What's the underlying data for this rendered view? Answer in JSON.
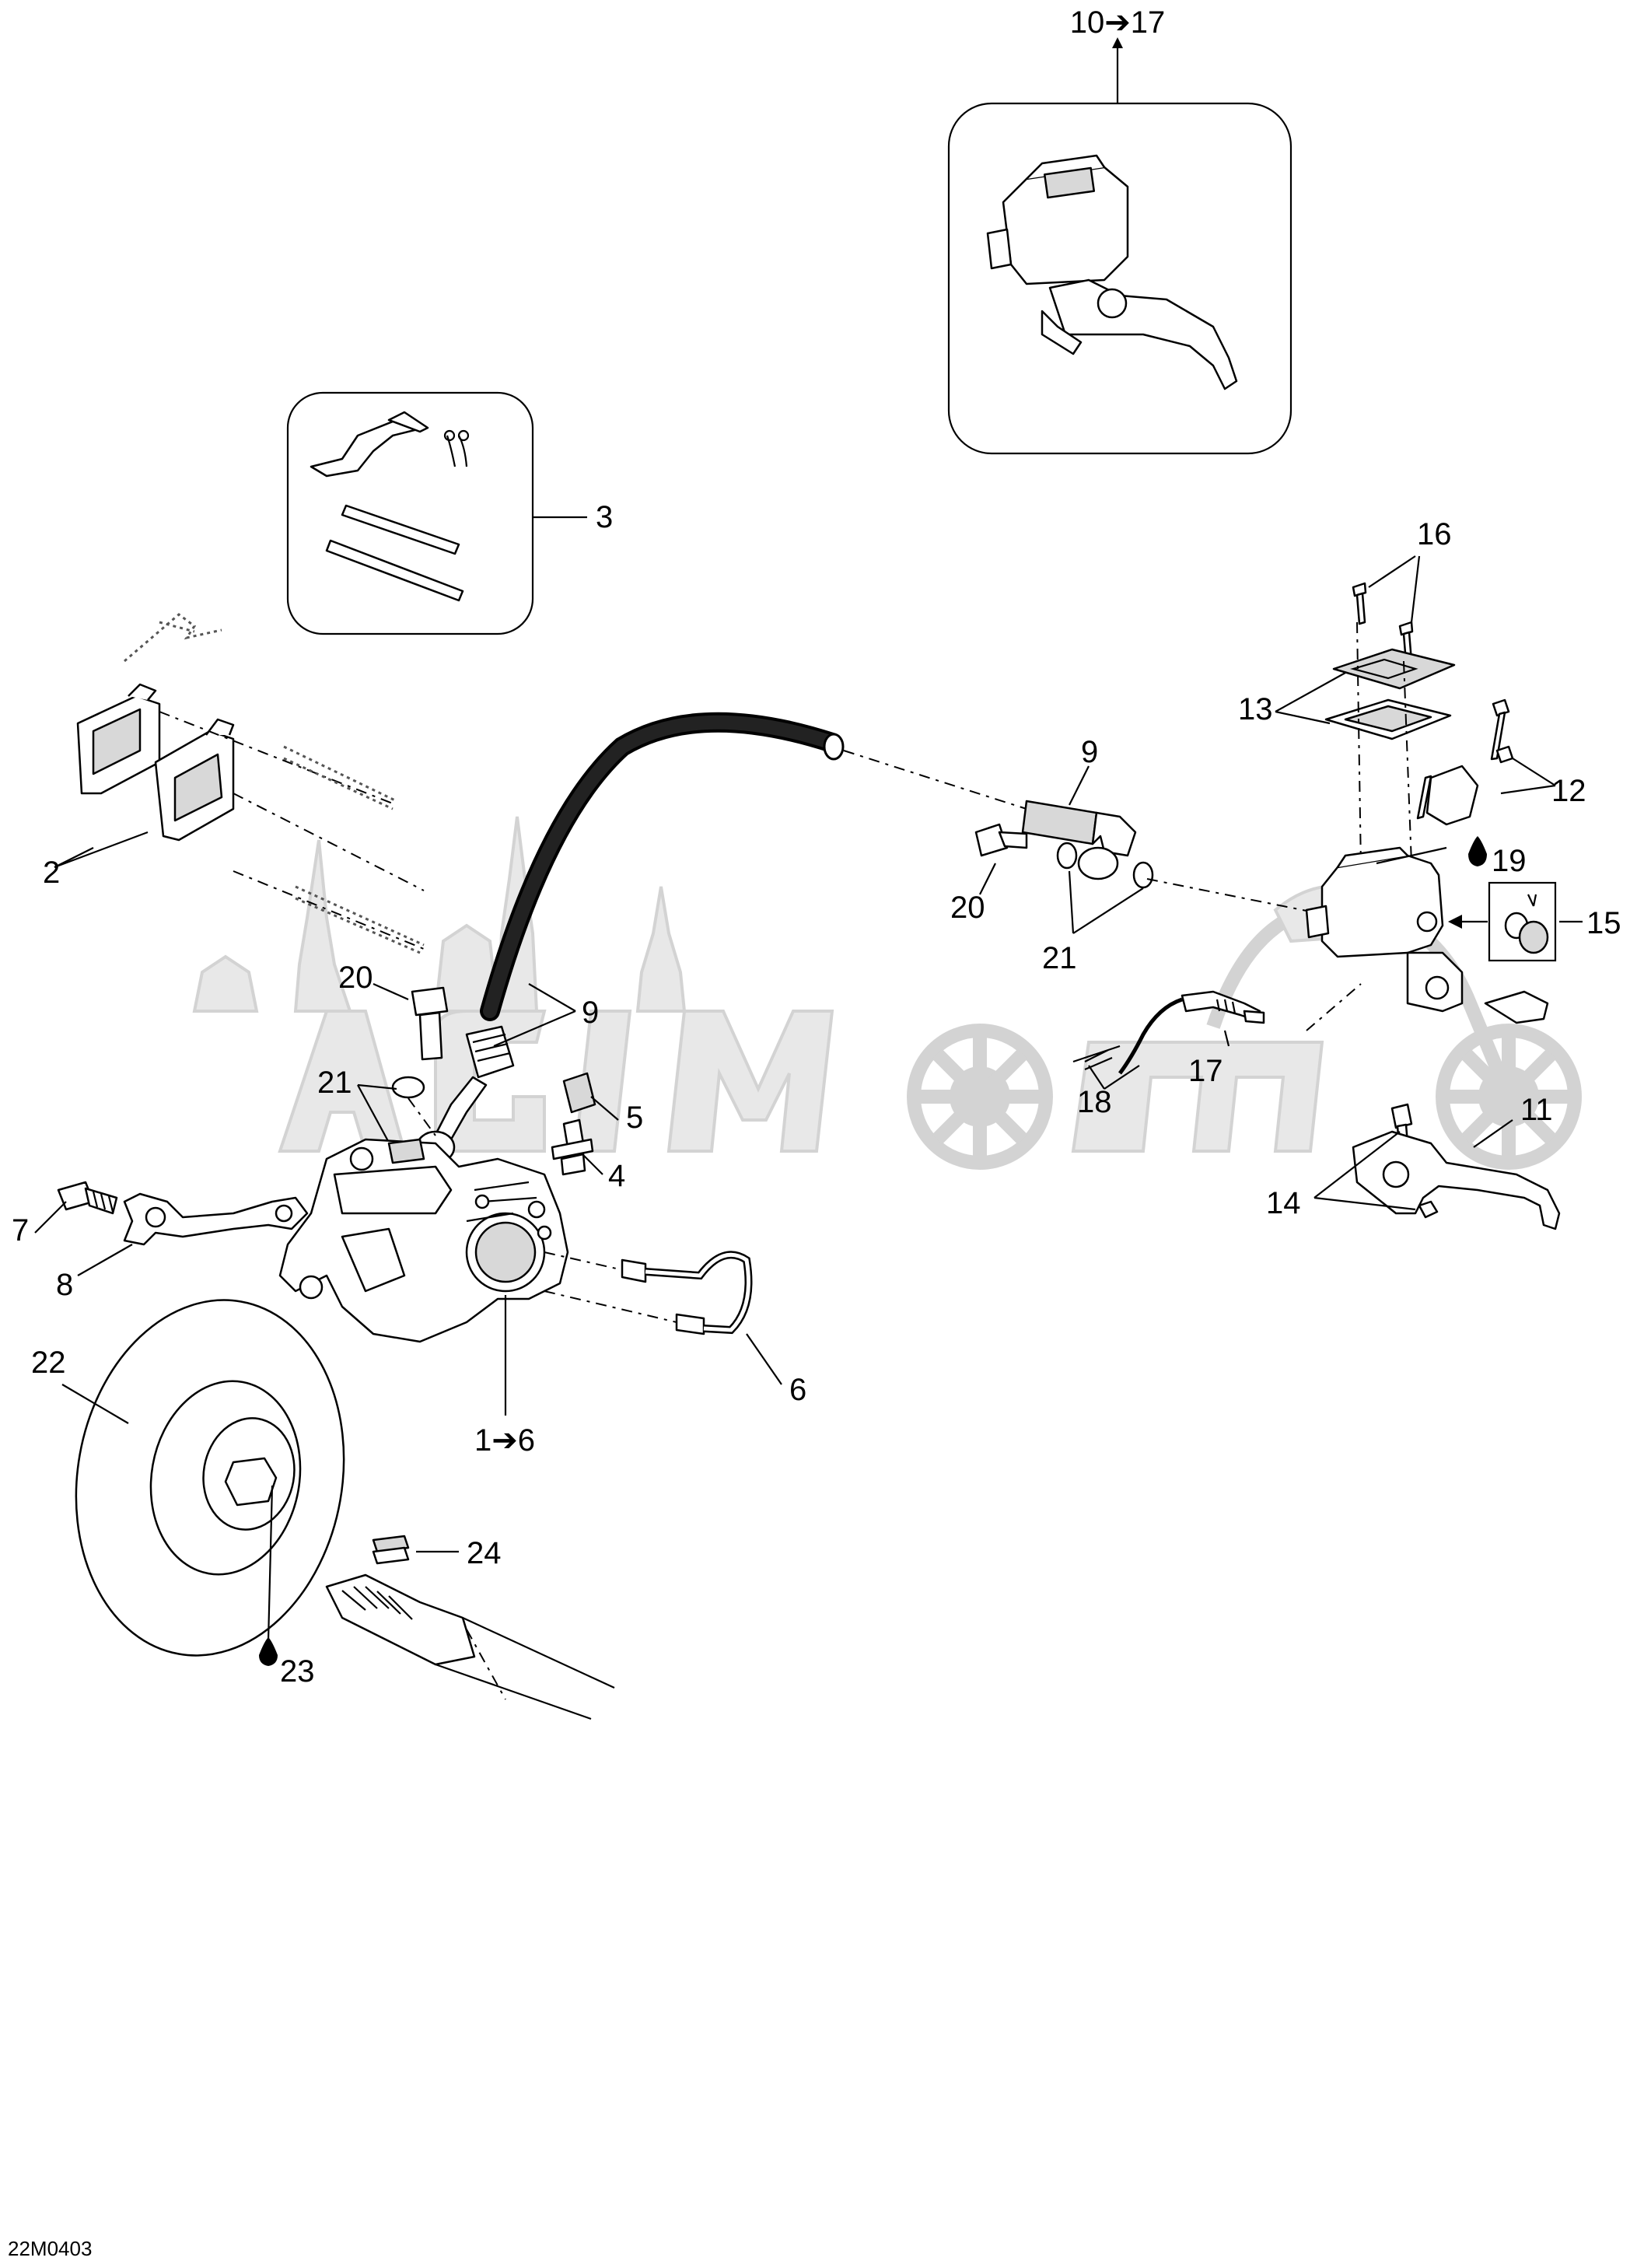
{
  "diagram": {
    "drawing_code": "22M0403",
    "watermark": "AGIMOTO",
    "callouts": [
      {
        "id": "c-2",
        "text": "2"
      },
      {
        "id": "c-3",
        "text": "3"
      },
      {
        "id": "c-4",
        "text": "4"
      },
      {
        "id": "c-5",
        "text": "5"
      },
      {
        "id": "c-6a",
        "text": "6"
      },
      {
        "id": "c-1-6",
        "text": "1➔6"
      },
      {
        "id": "c-7",
        "text": "7"
      },
      {
        "id": "c-8",
        "text": "8"
      },
      {
        "id": "c-9a",
        "text": "9"
      },
      {
        "id": "c-9b",
        "text": "9"
      },
      {
        "id": "c-10-17",
        "text": "10➔17"
      },
      {
        "id": "c-11",
        "text": "11"
      },
      {
        "id": "c-12",
        "text": "12"
      },
      {
        "id": "c-13",
        "text": "13"
      },
      {
        "id": "c-14",
        "text": "14"
      },
      {
        "id": "c-15",
        "text": "15"
      },
      {
        "id": "c-16",
        "text": "16"
      },
      {
        "id": "c-17",
        "text": "17"
      },
      {
        "id": "c-18",
        "text": "18"
      },
      {
        "id": "c-19",
        "text": "19"
      },
      {
        "id": "c-20a",
        "text": "20"
      },
      {
        "id": "c-20b",
        "text": "20"
      },
      {
        "id": "c-21a",
        "text": "21"
      },
      {
        "id": "c-21b",
        "text": "21"
      },
      {
        "id": "c-22",
        "text": "22"
      },
      {
        "id": "c-23",
        "text": "23"
      },
      {
        "id": "c-24",
        "text": "24"
      }
    ],
    "icons": {
      "fluid_drop": "fluid-drop-icon",
      "arrow": "arrow-right-icon"
    }
  }
}
